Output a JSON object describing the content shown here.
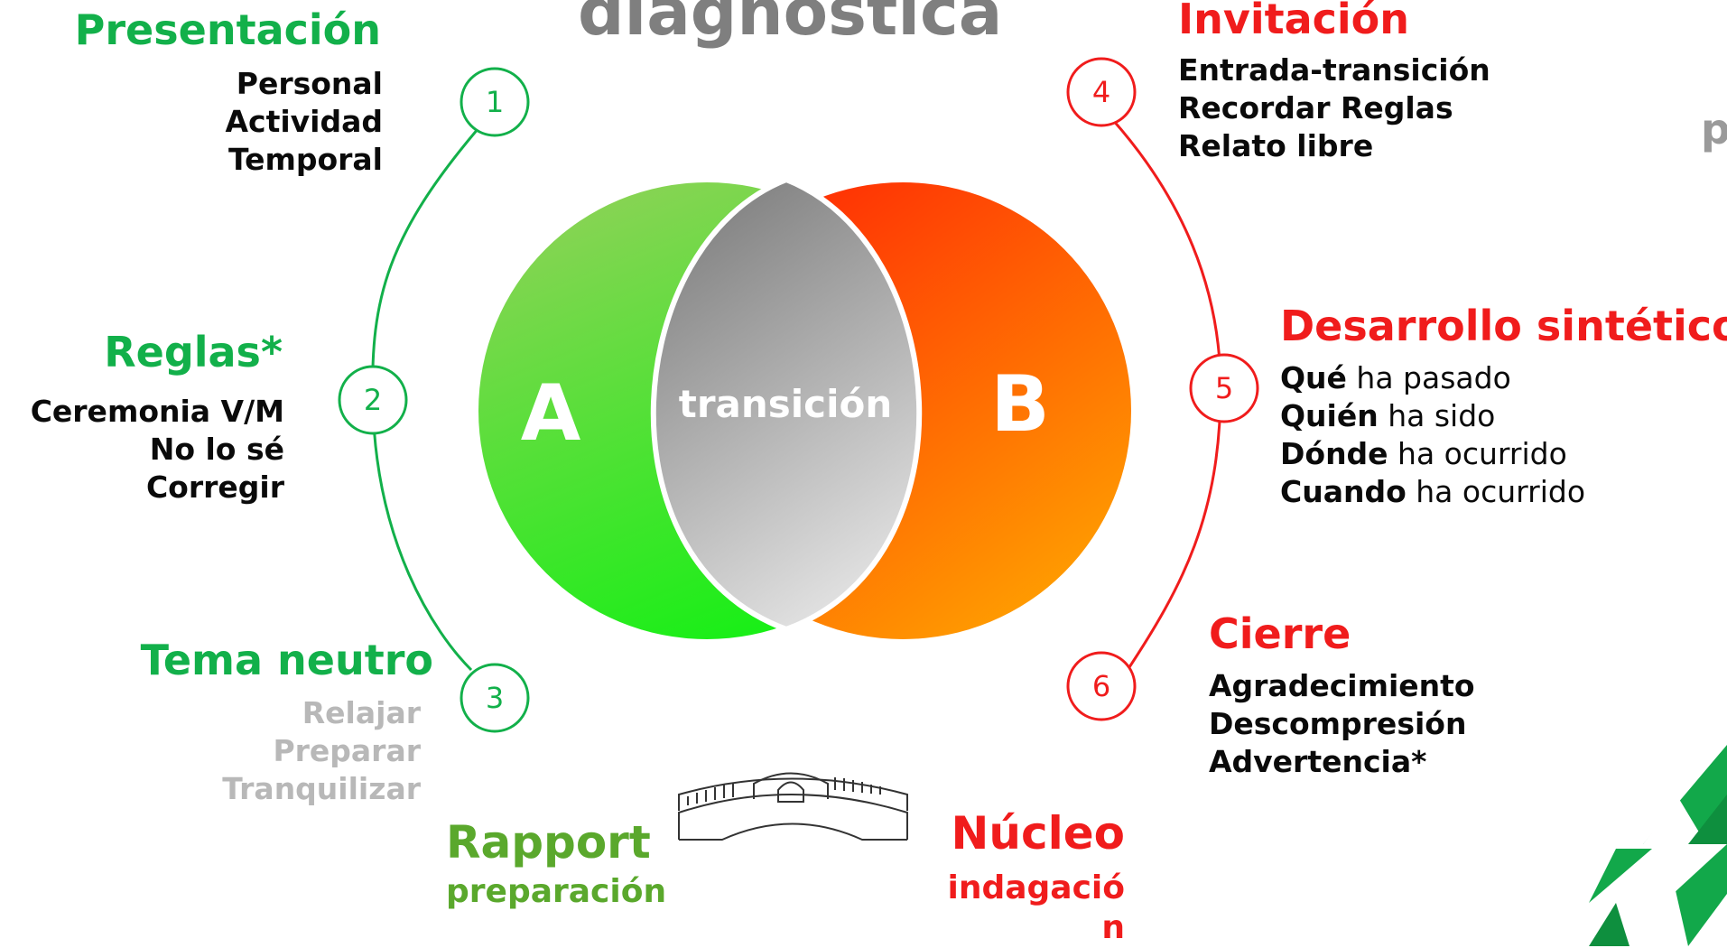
{
  "title_fragment": "diagnostica",
  "right_fragment": "p",
  "venn": {
    "left_label": "A",
    "center_label": "transición",
    "right_label": "B"
  },
  "steps": [
    {
      "number": "1",
      "title": "Presentación",
      "items": [
        "Personal",
        "Actividad",
        "Temporal"
      ]
    },
    {
      "number": "2",
      "title": "Reglas*",
      "items": [
        "Ceremonia V/M",
        "No lo sé",
        "Corregir"
      ]
    },
    {
      "number": "3",
      "title": "Tema neutro",
      "items": [
        "Relajar",
        "Preparar",
        "Tranquilizar"
      ]
    },
    {
      "number": "4",
      "title": "Invitación",
      "items": [
        "Entrada-transición",
        "Recordar Reglas",
        "Relato libre"
      ]
    },
    {
      "number": "5",
      "title": "Desarrollo sintético",
      "items": [
        {
          "key": "Qué",
          "rest": " ha pasado"
        },
        {
          "key": "Quién",
          "rest": " ha sido"
        },
        {
          "key": "Dónde",
          "rest": " ha ocurrido"
        },
        {
          "key": "Cuando",
          "rest": " ha ocurrido"
        }
      ]
    },
    {
      "number": "6",
      "title": "Cierre",
      "items": [
        "Agradecimiento",
        "Descompresión",
        "Advertencia*"
      ]
    }
  ],
  "bottom": {
    "rapport_title": "Rapport",
    "rapport_sub": "preparación",
    "nucleo_title": "Núcleo",
    "nucleo_sub_1": "indagació",
    "nucleo_sub_2": "n"
  },
  "colors": {
    "green": "#12b04a",
    "red": "#f01c1c",
    "light_green": "#5aa82c",
    "grey_text": "#b8b8b8",
    "title_grey": "#7f7f7f"
  }
}
